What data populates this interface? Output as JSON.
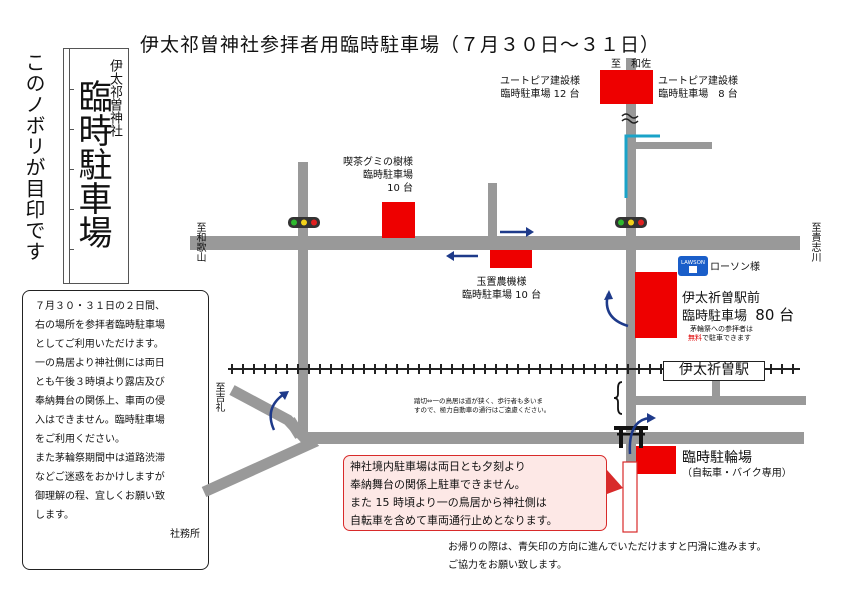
{
  "title": "伊太祁曽神社参拝者用臨時駐車場（７月３０日～３１日）",
  "banner_note": "このノボリが目印です",
  "banner": {
    "sub": "伊太祁曽神社",
    "main": "臨時駐車場"
  },
  "notice": {
    "lines": [
      "７月３０・３１日の２日間、",
      "右の場所を参拝者臨時駐車場",
      "としてご利用いただけます。",
      "一の鳥居より神社側には両日",
      "とも午後３時頃より露店及び",
      "奉納舞台の関係上、車両の侵",
      "入はできません。臨時駐車場",
      "をご利用ください。",
      "また茅輪祭期間中は道路渋滞",
      "などご迷惑をおかけしますが",
      "御理解の程、宜しくお願い致",
      "します。"
    ],
    "signature": "社務所"
  },
  "directions": {
    "wasa": "至　和佐",
    "wakayama": "至和歌山",
    "kishigawa": "至貴志川",
    "yoshirei": "至吉礼"
  },
  "parking": {
    "utopia_left": {
      "line1": "ユートピア建設様",
      "line2": "臨時駐車場 12 台"
    },
    "utopia_right": {
      "line1": "ユートピア建設様",
      "line2": "臨時駐車場　8 台"
    },
    "gumi": {
      "line1": "喫茶グミの樹様",
      "line2": "臨時駐車場",
      "line3": "10 台"
    },
    "tamaoki": {
      "line1": "玉置農機様",
      "line2": "臨時駐車場 10 台"
    },
    "station_front": {
      "line1": "伊太祈曽駅前",
      "line2": "臨時駐車場",
      "count": "80 台",
      "note1": "茅輪祭への参拝者は",
      "note_free": "無料",
      "note2": "で駐車できます"
    },
    "bicycle": {
      "line1": "臨時駐輪場",
      "line2": "（自転車・バイク専用）"
    }
  },
  "lawson": {
    "badge": "LAWSON",
    "label": "ローソン様"
  },
  "station_name": "伊太祈曽駅",
  "crossing_note": {
    "line1": "踏切⇔一の鳥居は道が狭く、歩行者も多いま",
    "line2": "すので、極力自動車の通行はご遠慮ください。"
  },
  "warning": {
    "lines": [
      "神社境内駐車場は両日とも夕刻より",
      "奉納舞台の関係上駐車できません。",
      "また 15 時頃より一の鳥居から神社側は",
      "自転車を含めて車両通行止めとなります。"
    ]
  },
  "footer": {
    "line1": "お帰りの際は、青矢印の方向に進んでいただけますと円滑に進みます。",
    "line2": "ご協力をお願い致します。"
  },
  "colors": {
    "road": "#999999",
    "parking": "#ee0000",
    "arrow": "#1e3a8a",
    "river": "#1aa3c8",
    "warn_bg": "#fde8e6"
  }
}
